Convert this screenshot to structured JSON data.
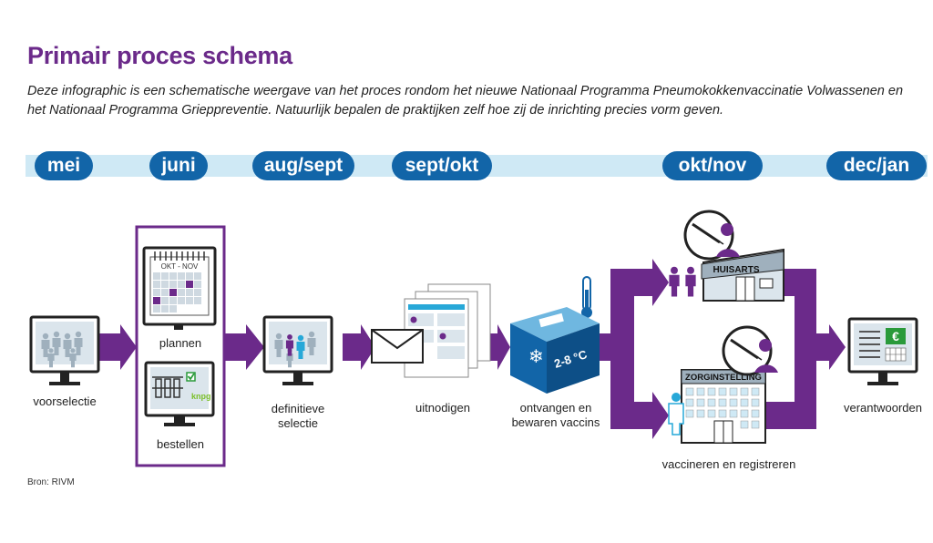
{
  "title": "Primair proces schema",
  "intro": "Deze infographic is een schematische weergave van het proces rondom het nieuwe Nationaal Programma Pneumokokkenvaccinatie Volwassenen en het Nationaal Programma Grieppreventie. Natuurlijk bepalen de praktijken zelf hoe zij de inrichting precies vorm geven.",
  "timeline": {
    "months": [
      "mei",
      "juni",
      "aug/sept",
      "sept/okt",
      "okt/nov",
      "dec/jan"
    ]
  },
  "steps": {
    "voorselectie": "voorselectie",
    "plannen": "plannen",
    "bestellen": "bestellen",
    "definitieve_selectie_line1": "definitieve",
    "definitieve_selectie_line2": "selectie",
    "uitnodigen": "uitnodigen",
    "ontvangen_line1": "ontvangen en",
    "ontvangen_line2": "bewaren vaccins",
    "vaccineren": "vaccineren en registreren",
    "verantwoorden": "verantwoorden"
  },
  "calendar": {
    "header": "OKT - NOV"
  },
  "cooler": {
    "temperature": "2-8 °C"
  },
  "pharmacy_logo": "knpg",
  "euro_symbol": "€",
  "buildings": {
    "huisarts": "HUISARTS",
    "zorginstelling": "ZORGINSTELLING"
  },
  "source": "Bron: RIVM",
  "colors": {
    "purple": "#6b2a8a",
    "blue": "#1265a8",
    "light_blue": "#cfe9f5",
    "screen_bg": "#dbe5ec"
  }
}
